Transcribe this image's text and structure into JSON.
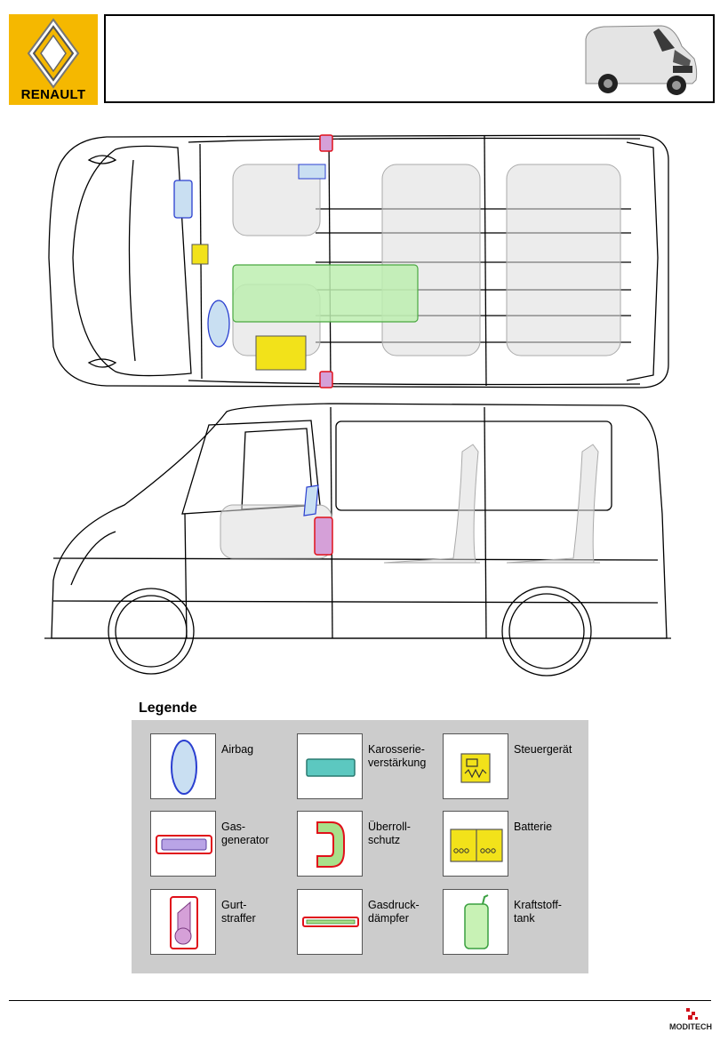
{
  "brand": {
    "name": "RENAULT",
    "logo_color": "#f5b800"
  },
  "legend": {
    "title": "Legende",
    "items": [
      {
        "key": "airbag",
        "label": "Airbag",
        "icon": "airbag-icon"
      },
      {
        "key": "reinforcement",
        "label": "Karosserie-\nverstärkung",
        "icon": "body-reinforcement-icon"
      },
      {
        "key": "ecu",
        "label": "Steuergerät",
        "icon": "control-unit-icon"
      },
      {
        "key": "inflator",
        "label": "Gas-\ngenerator",
        "icon": "gas-generator-icon"
      },
      {
        "key": "rollover",
        "label": "Überroll-\nschutz",
        "icon": "rollover-protection-icon"
      },
      {
        "key": "battery",
        "label": "Batterie",
        "icon": "battery-icon"
      },
      {
        "key": "pretensioner",
        "label": "Gurt-\nstraffer",
        "icon": "belt-pretensioner-icon"
      },
      {
        "key": "strut",
        "label": "Gasdruck-\ndämpfer",
        "icon": "gas-strut-icon"
      },
      {
        "key": "fueltank",
        "label": "Kraftstoff-\ntank",
        "icon": "fuel-tank-icon"
      }
    ]
  },
  "colors": {
    "airbag_fill": "#c9dff2",
    "airbag_stroke": "#2a3fd0",
    "reinforcement_fill": "#5cc8c0",
    "ecu_fill": "#f2e21a",
    "inflator_fill": "#b9a4e6",
    "inflator_stroke": "#e0101a",
    "rollover_fill": "#a8e08a",
    "battery_fill": "#f2e21a",
    "pretensioner_fill": "#d5a0d8",
    "fuel_fill": "#c8f2b5",
    "fuel_stroke": "#3aa040",
    "legend_bg": "#cccccc"
  },
  "footer": {
    "logo_text": "MODITECH"
  }
}
